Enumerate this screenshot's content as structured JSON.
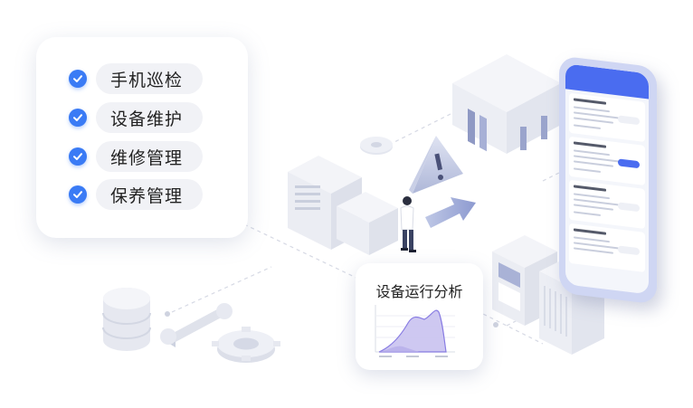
{
  "checklist": {
    "items": [
      {
        "label": "手机巡检"
      },
      {
        "label": "设备维护"
      },
      {
        "label": "维修管理"
      },
      {
        "label": "保养管理"
      }
    ]
  },
  "analysis_card": {
    "title": "设备运行分析"
  },
  "colors": {
    "accent": "#3a7bf5",
    "phone_header": "#4a6cf0",
    "chart_fill": "#c9c3f0",
    "chart_stroke": "#7d6fe0"
  },
  "icons": [
    "check-icon",
    "warning-icon",
    "arrow-icon",
    "gear-icon",
    "wrench-icon",
    "database-icon"
  ]
}
